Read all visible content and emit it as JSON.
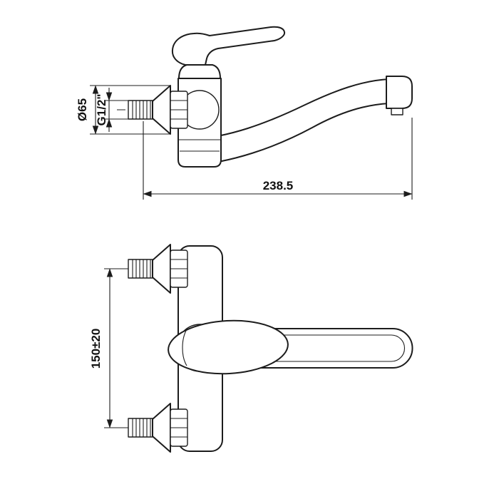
{
  "colors": {
    "background": "#ffffff",
    "line": "#1c1c1c",
    "text": "#111111"
  },
  "side_view": {
    "dim_flange_diameter": "Ø65",
    "dim_thread_size": "G1/2\"",
    "dim_spout_reach": "238.5"
  },
  "plan_view": {
    "dim_connection_centers": "150±20"
  }
}
